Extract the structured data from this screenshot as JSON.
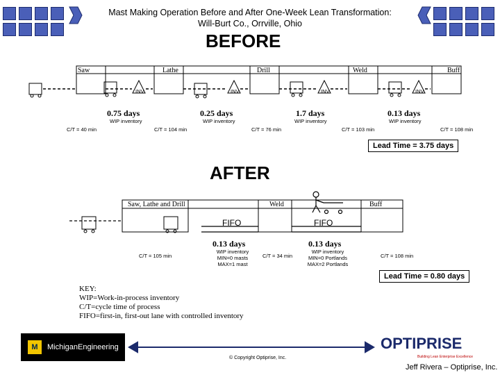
{
  "header": {
    "title_line1": "Mast Making Operation Before and After One-Week Lean Transformation:",
    "title_line2": "Will-Burt Co., Orrville, Ohio"
  },
  "colors": {
    "decor_square": "#4a5fb8",
    "opti_blue": "#1b2a6b",
    "opti_red": "#b00000"
  },
  "before": {
    "heading": "BEFORE",
    "processes": [
      "Saw",
      "Lathe",
      "Drill",
      "Weld",
      "Buff"
    ],
    "inventory_label": "INV",
    "inventories": [
      {
        "days": "0.75 days",
        "note": "WIP inventory"
      },
      {
        "days": "0.25 days",
        "note": "WIP inventory"
      },
      {
        "days": "1.7 days",
        "note": "WIP inventory"
      },
      {
        "days": "0.13 days",
        "note": "WIP inventory"
      }
    ],
    "cycle_times": [
      "C/T = 40 min",
      "C/T = 104 min",
      "C/T = 76 min",
      "C/T = 103 min",
      "C/T = 108 min"
    ],
    "lead_time": "Lead Time = 3.75 days"
  },
  "after": {
    "heading": "AFTER",
    "processes": [
      "Saw, Lathe and Drill",
      "Weld",
      "Buff"
    ],
    "fifo_label": "FIFO",
    "lanes": [
      {
        "days": "0.13 days",
        "notes": [
          "WIP inventory",
          "MIN=0 masts",
          "MAX=1 mast"
        ]
      },
      {
        "days": "0.13 days",
        "notes": [
          "WIP inventory",
          "MIN=0 Portlands",
          "MAX=2 Portlands"
        ]
      }
    ],
    "cycle_times": [
      "C/T = 105 min",
      "C/T = 34 min",
      "C/T = 108 min"
    ],
    "lead_time": "Lead Time = 0.80 days"
  },
  "key": {
    "title": "KEY:",
    "lines": [
      "WIP=Work-in-process inventory",
      "C/T=cycle time of process",
      "FIFO=first-in, first-out lane with controlled inventory"
    ]
  },
  "footer": {
    "michigan_logo": "MichiganEngineering",
    "optiprise_logo": "OPTIPRISE",
    "optiprise_tagline": "Building Lean Enterprise Excellence",
    "copyright": "© Copyright Optiprise, Inc.",
    "author": "Jeff Rivera – Optiprise, Inc."
  }
}
